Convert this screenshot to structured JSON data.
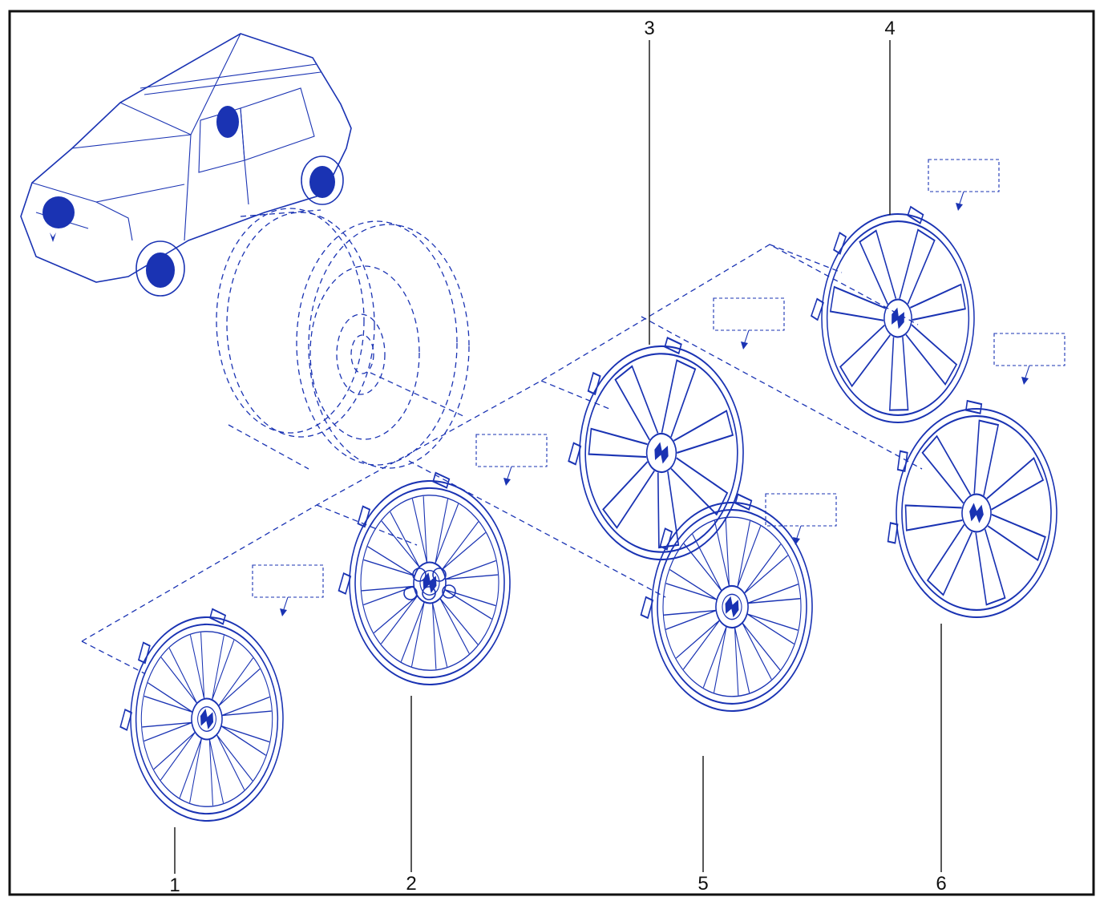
{
  "colors": {
    "ink": "#1a33b3",
    "frame": "#111111",
    "background": "#ffffff"
  },
  "callouts": [
    {
      "id": "1",
      "label": "1"
    },
    {
      "id": "2",
      "label": "2"
    },
    {
      "id": "3",
      "label": "3"
    },
    {
      "id": "4",
      "label": "4"
    },
    {
      "id": "5",
      "label": "5"
    },
    {
      "id": "6",
      "label": "6"
    }
  ],
  "icons": {
    "vehicle": "car-illustration-icon",
    "wheel": "steel-wheel-icon",
    "hubcap": "wheel-cover-icon",
    "logo": "brand-logo-icon"
  }
}
